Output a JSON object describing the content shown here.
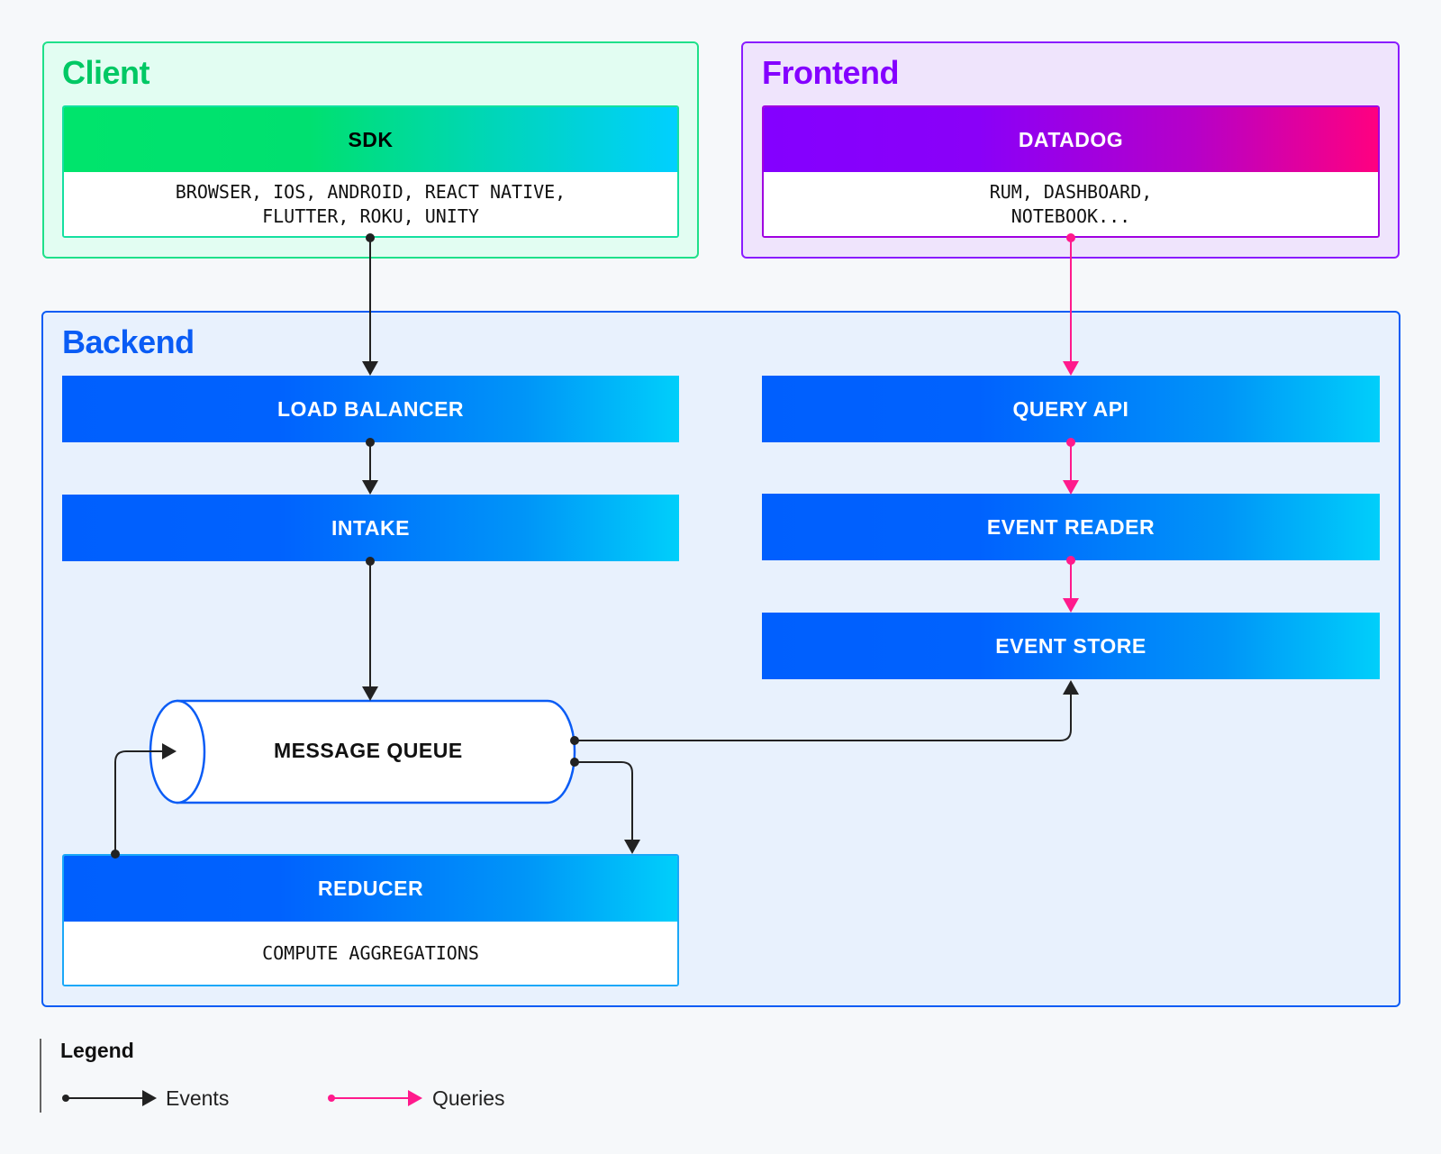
{
  "client": {
    "title": "Client",
    "card_title": "SDK",
    "card_body": "BROWSER, IOS, ANDROID, REACT NATIVE,\nFLUTTER, ROKU, UNITY"
  },
  "frontend": {
    "title": "Frontend",
    "card_title": "DATADOG",
    "card_body": "RUM, DASHBOARD,\nNOTEBOOK..."
  },
  "backend": {
    "title": "Backend",
    "load_balancer": "LOAD BALANCER",
    "intake": "INTAKE",
    "query_api": "QUERY API",
    "event_reader": "EVENT READER",
    "event_store": "EVENT STORE",
    "message_queue": "MESSAGE QUEUE",
    "reducer": {
      "title": "REDUCER",
      "body": "COMPUTE AGGREGATIONS"
    }
  },
  "legend": {
    "title": "Legend",
    "events": "Events",
    "queries": "Queries"
  },
  "colors": {
    "client": "#00d86a",
    "frontend": "#8a00ff",
    "backend": "#0a5cf5",
    "events": "#222222",
    "queries": "#ff1a8c"
  }
}
